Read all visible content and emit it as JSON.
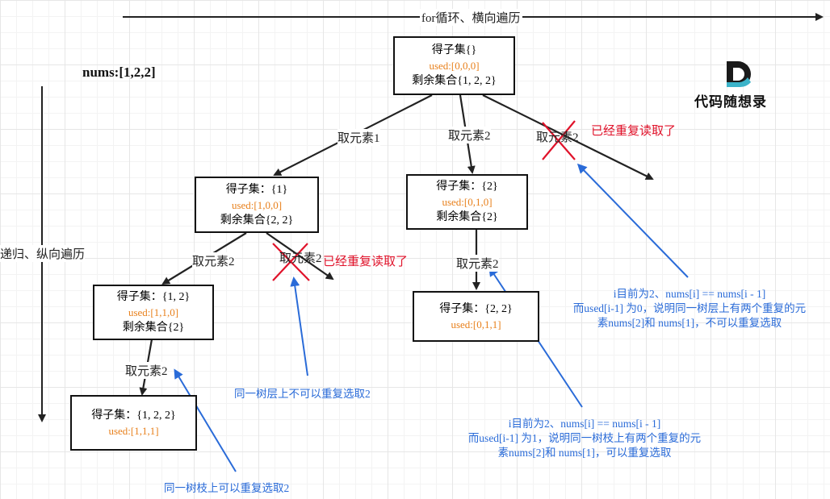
{
  "top_axis": "for循环、横向遍历",
  "side_axis": "递归、纵向遍历",
  "nums_label": "nums:[1,2,2]",
  "logo_text": "代码随想录",
  "nodes": {
    "root": {
      "subset": "得子集{}",
      "used": "used:[0,0,0]",
      "rest": "剩余集合{1, 2, 2}"
    },
    "n1": {
      "subset": "得子集：{1}",
      "used": "used:[1,0,0]",
      "rest": "剩余集合{2, 2}"
    },
    "n2": {
      "subset": "得子集：{2}",
      "used": "used:[0,1,0]",
      "rest": "剩余集合{2}"
    },
    "n12": {
      "subset": "得子集：{1, 2}",
      "used": "used:[1,1,0]",
      "rest": "剩余集合{2}"
    },
    "n22": {
      "subset": "得子集：{2, 2}",
      "used": "used:[0,1,1]"
    },
    "n122": {
      "subset": "得子集：{1, 2, 2}",
      "used": "used:[1,1,1]"
    }
  },
  "edges": {
    "take1": "取元素1",
    "take2_root": "取元素2",
    "take2_root_dup": "取元素2",
    "take2_n1": "取元素2",
    "take2_n1_dup": "取元素2",
    "take2_n2": "取元素2",
    "take2_n12": "取元素2"
  },
  "dup_labels": {
    "root": "已经重复读取了",
    "n1": "已经重复读取了"
  },
  "notes": {
    "level_dup": "同一树层上不可以重复选取2",
    "branch_dup": "同一树枝上可以重复选取2",
    "right_top": [
      "i目前为2、nums[i] == nums[i - 1]",
      "而used[i-1] 为0，说明同一树层上有两个重复的元",
      "素nums[2]和 nums[1]，不可以重复选取"
    ],
    "right_bottom": [
      "i目前为2、nums[i] == nums[i - 1]",
      "而used[i-1] 为1，说明同一树枝上有两个重复的元",
      "素nums[2]和 nums[1]，可以重复选取"
    ]
  },
  "colors": {
    "used": "#e8801c",
    "red": "#e0122a",
    "blue": "#2a6bd8",
    "edge": "#222222"
  }
}
